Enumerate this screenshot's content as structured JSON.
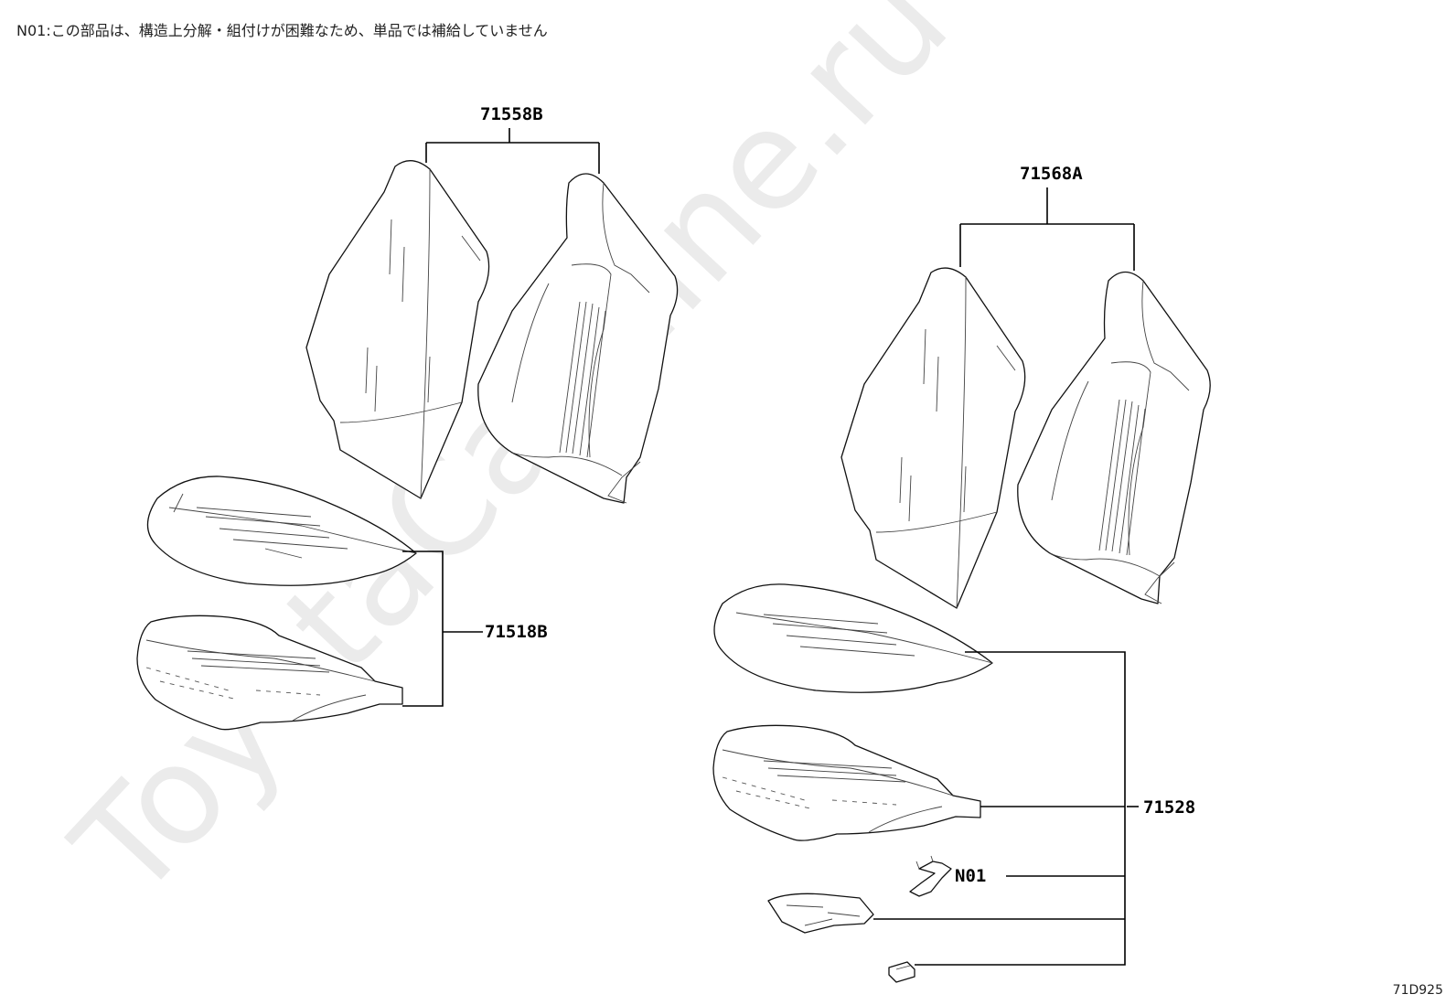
{
  "header": {
    "note": "N01:この部品は、構造上分解・組付けが困難なため、単品では補給していません"
  },
  "watermark": "ToyotaCarMine.ru",
  "callouts": {
    "seatback_cover_left": "71558B",
    "seatback_cover_right": "71568A",
    "cushion_cover_left": "71518B",
    "cushion_cover_right": "71528",
    "wire_part": "N01"
  },
  "footer": {
    "figure_code": "71D925"
  }
}
